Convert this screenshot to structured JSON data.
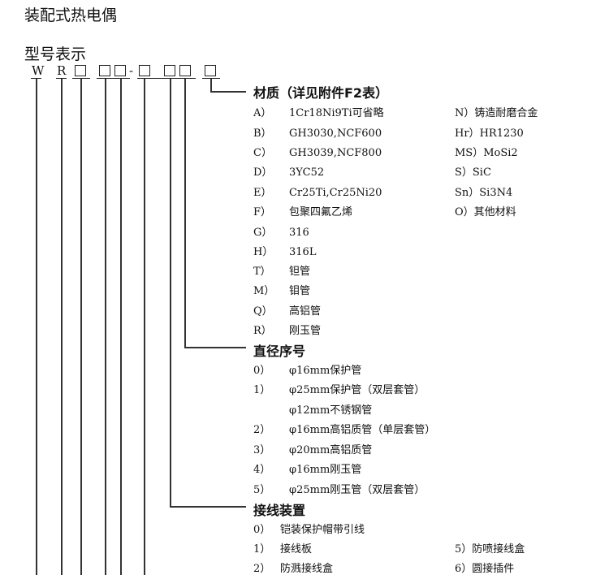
{
  "document": {
    "title": "装配式热电偶",
    "subtitle": "型号表示"
  },
  "model_code": {
    "letters": [
      "W",
      "R"
    ],
    "separator": "-"
  },
  "material": {
    "heading": "材质（详见附件F2表）",
    "left_items": [
      {
        "key": "A）",
        "value": "1Cr18Ni9Ti可省略"
      },
      {
        "key": "B）",
        "value": "GH3030,NCF600"
      },
      {
        "key": "C）",
        "value": "GH3039,NCF800"
      },
      {
        "key": "D）",
        "value": "3YC52"
      },
      {
        "key": "E）",
        "value": "Cr25Ti,Cr25Ni20"
      },
      {
        "key": "F）",
        "value": "包聚四氟乙烯"
      },
      {
        "key": "G）",
        "value": "316"
      },
      {
        "key": "H）",
        "value": "316L"
      },
      {
        "key": "T）",
        "value": "钽管"
      },
      {
        "key": "M）",
        "value": "钼管"
      },
      {
        "key": "Q）",
        "value": "高铝管"
      },
      {
        "key": "R）",
        "value": "刚玉管"
      }
    ],
    "right_items": [
      {
        "key": "N）",
        "value": "铸造耐磨合金"
      },
      {
        "key": "Hr）",
        "value": "HR1230"
      },
      {
        "key": "MS）",
        "value": "MoSi2"
      },
      {
        "key": "S）",
        "value": "SiC"
      },
      {
        "key": "Sn）",
        "value": "Si3N4"
      },
      {
        "key": "O）",
        "value": "其他材料"
      }
    ]
  },
  "diameter": {
    "heading": "直径序号",
    "items": [
      {
        "key": "0）",
        "value": "φ16mm保护管"
      },
      {
        "key": "1）",
        "value": "φ25mm保护管（双层套管）"
      },
      {
        "key": "",
        "value": "φ12mm不锈钢管"
      },
      {
        "key": "2）",
        "value": "φ16mm高铝质管（单层套管）"
      },
      {
        "key": "3）",
        "value": "φ20mm高铝质管"
      },
      {
        "key": "4）",
        "value": "φ16mm刚玉管"
      },
      {
        "key": "5）",
        "value": "φ25mm刚玉管（双层套管）"
      }
    ]
  },
  "junction": {
    "heading": "接线装置",
    "left_items": [
      {
        "key": "0）",
        "value": "铠装保护帽带引线"
      },
      {
        "key": "1）",
        "value": "接线板"
      },
      {
        "key": "2）",
        "value": "防溅接线盒"
      }
    ],
    "right_items": [
      {
        "key": "5）",
        "value": "防喷接线盒"
      },
      {
        "key": "6）",
        "value": "圆接插件"
      }
    ]
  }
}
